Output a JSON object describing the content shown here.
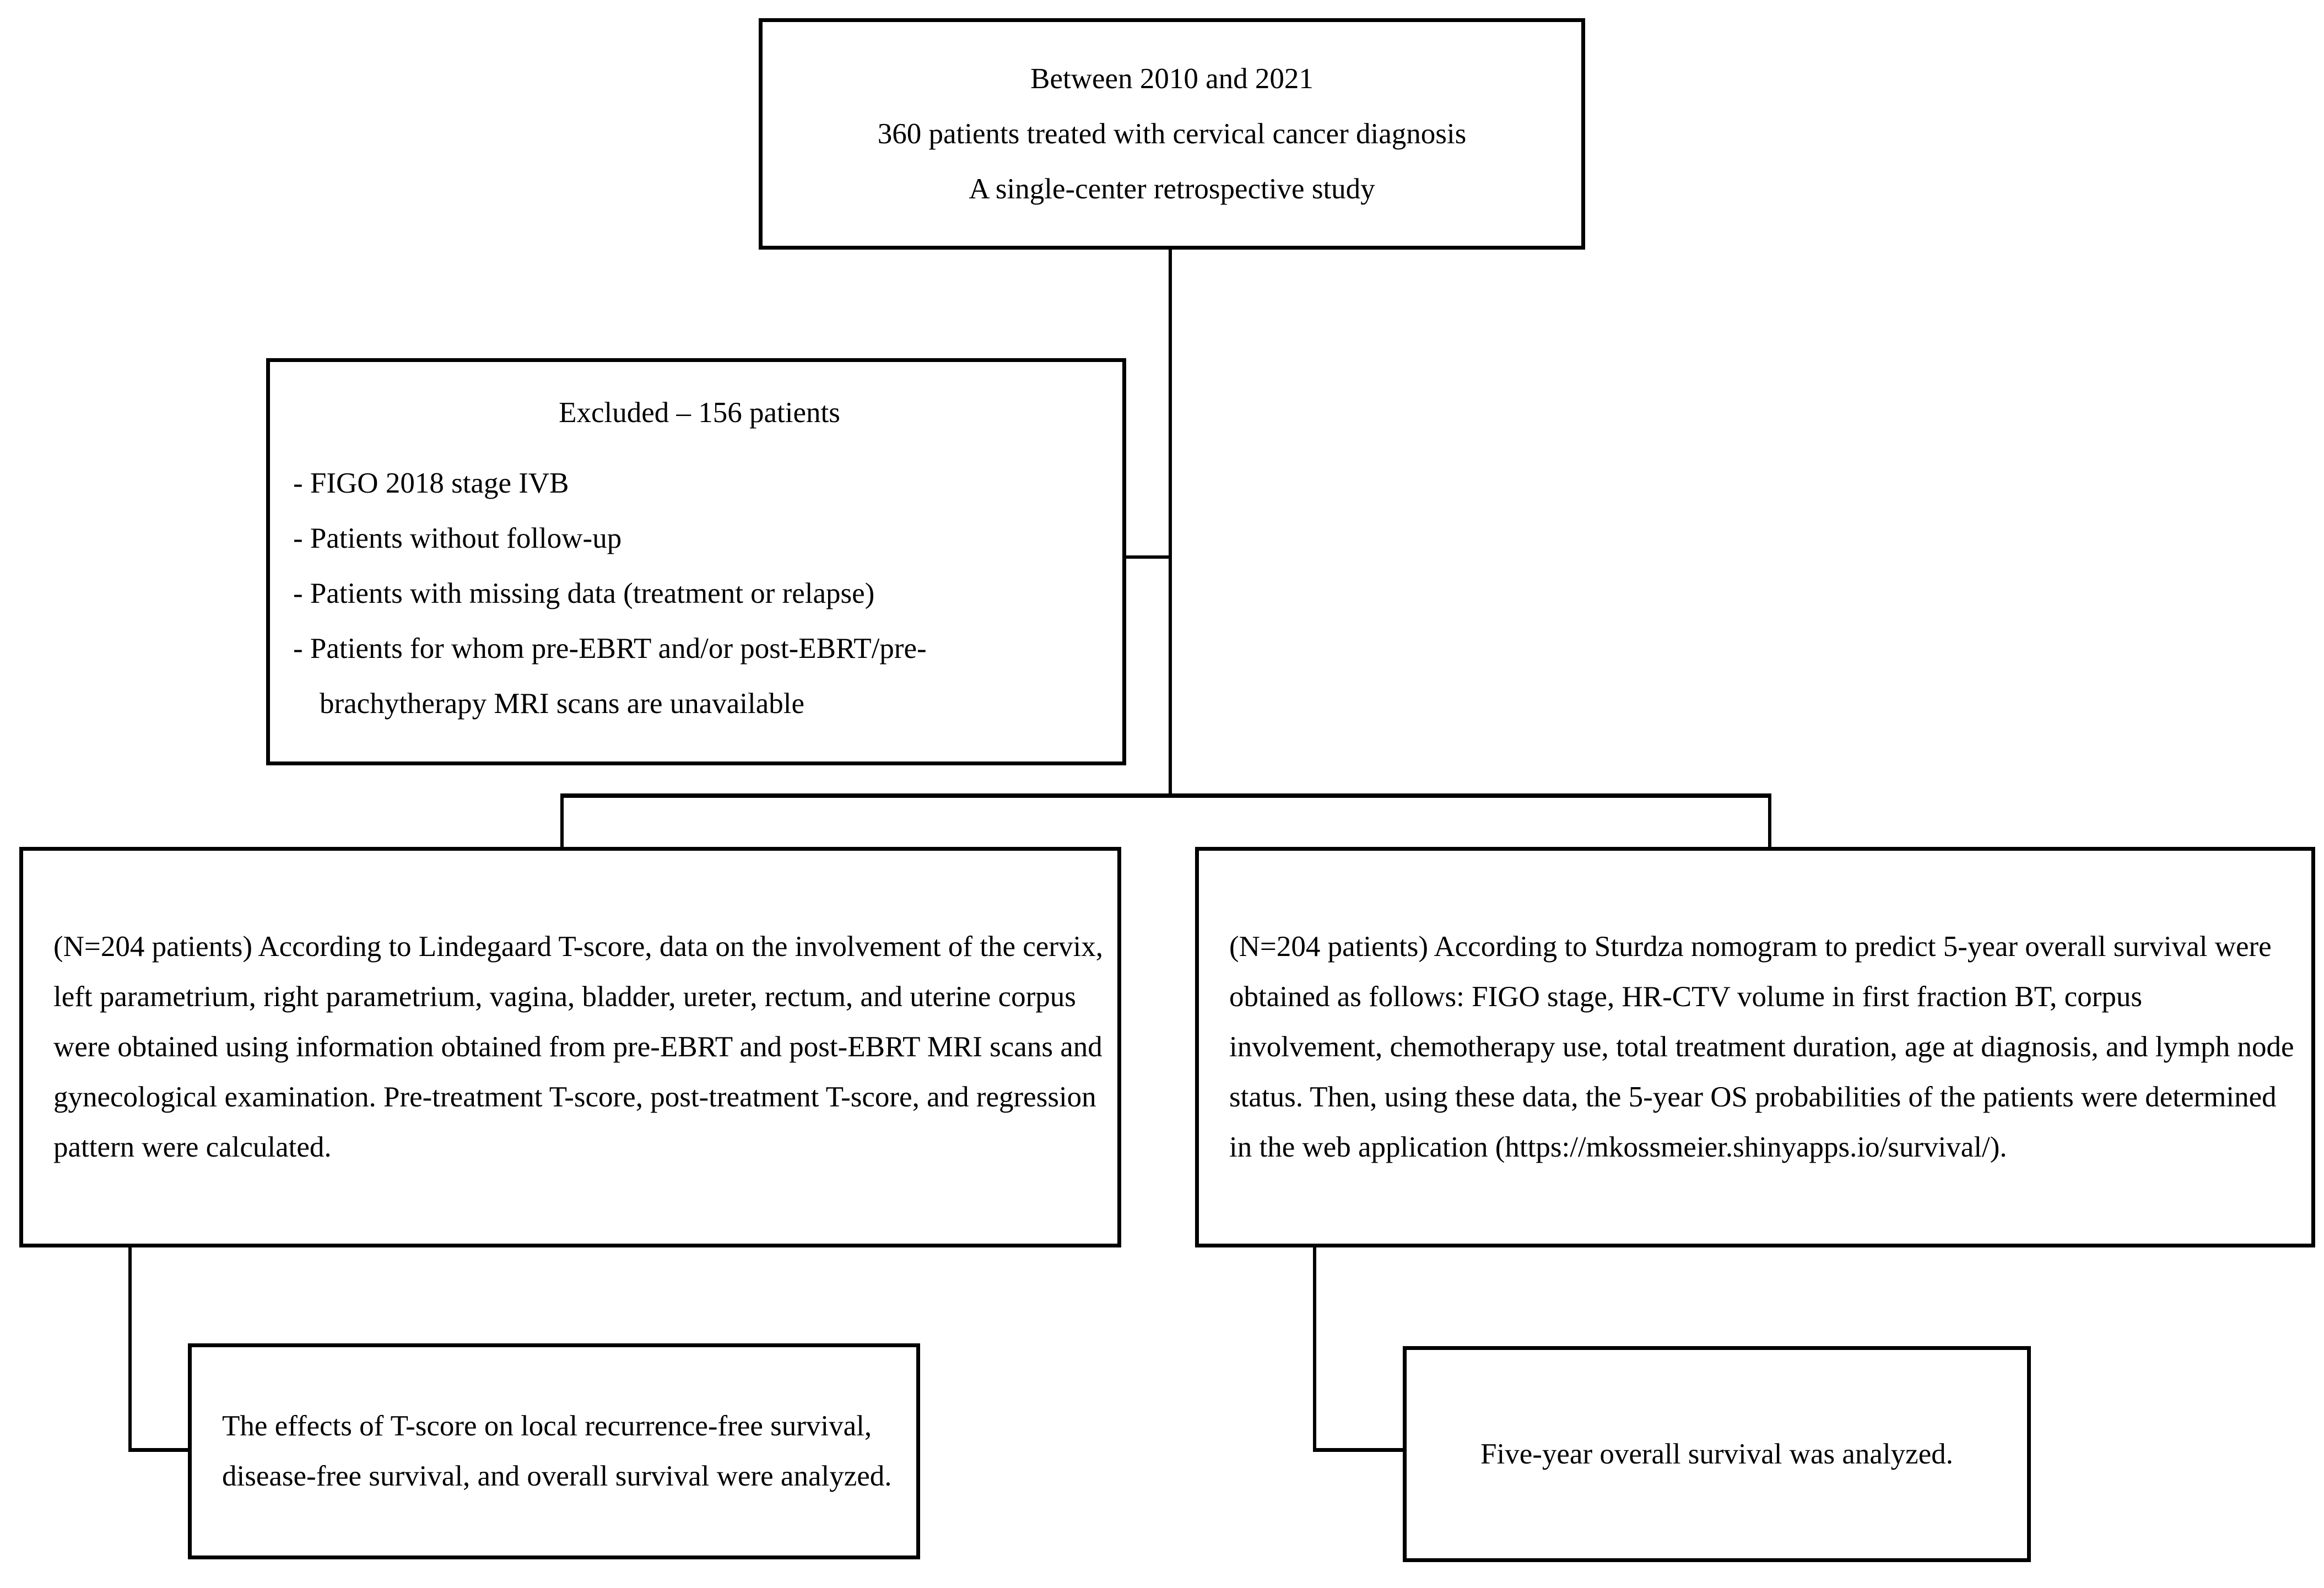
{
  "diagram": {
    "type": "study-flowchart",
    "colors": {
      "background": "#ffffff",
      "line": "#000000",
      "text": "#000000"
    },
    "study_box": {
      "line1": "Between 2010 and 2021",
      "line2": "360 patients treated with cervical cancer diagnosis",
      "line3": "A single-center retrospective study"
    },
    "excluded_box": {
      "title": "Excluded – 156 patients",
      "items": [
        "- FIGO 2018 stage IVB",
        "- Patients without follow-up",
        "- Patients with missing data (treatment or relapse)",
        "- Patients for whom pre-EBRT and/or post-EBRT/pre-",
        "brachytherapy MRI scans are unavailable"
      ]
    },
    "t_score_method_box": {
      "text": "(N=204 patients) According to Lindegaard T-score, data on the involvement of the cervix, left parametrium, right parametrium, vagina, bladder, ureter, rectum, and uterine corpus were obtained using information obtained from pre-EBRT and post-EBRT MRI scans and gynecological examination. Pre-treatment T-score, post-treatment T-score, and regression pattern were calculated."
    },
    "nomogram_method_box": {
      "text": "(N=204 patients) According to Sturdza nomogram to predict 5-year overall survival were obtained as follows: FIGO stage, HR-CTV volume in first fraction BT, corpus involvement, chemotherapy use, total treatment duration, age at diagnosis, and lymph node status. Then, using these data, the 5-year OS probabilities of the patients were determined in the web application (https://mkossmeier.shinyapps.io/survival/)."
    },
    "t_score_outcome_box": {
      "text": "The effects of T-score on local recurrence-free survival, disease-free survival, and overall survival were analyzed."
    },
    "os_outcome_box": {
      "text": "Five-year overall survival was analyzed."
    }
  }
}
